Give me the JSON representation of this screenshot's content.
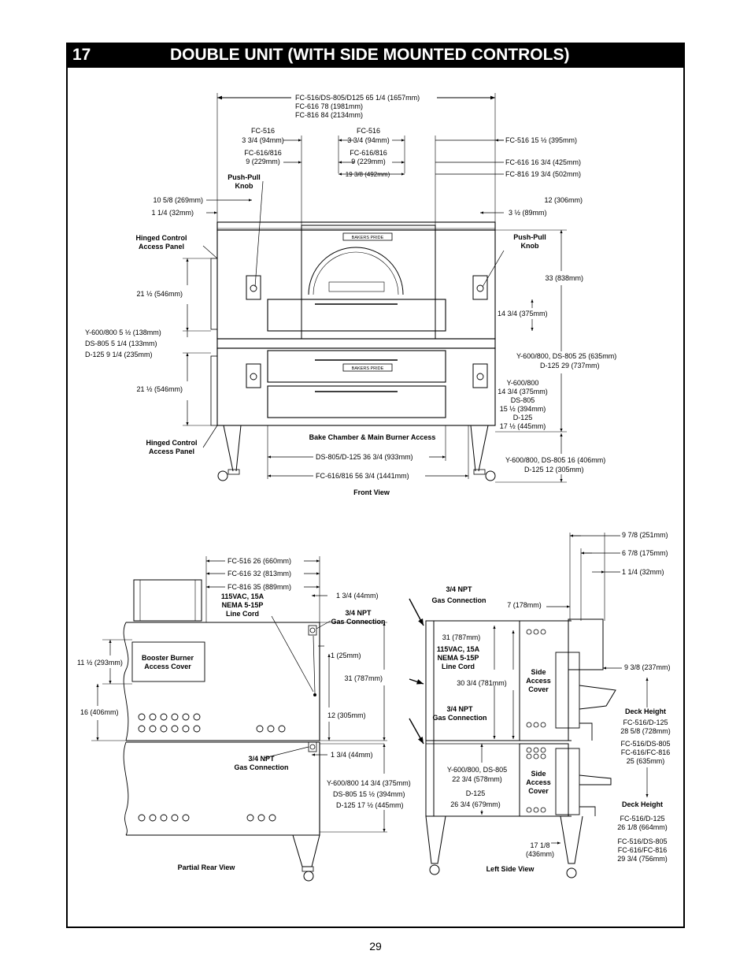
{
  "section": {
    "number": "17",
    "title": "DOUBLE UNIT (WITH SIDE MOUNTED CONTROLS)"
  },
  "page_number": "29",
  "brand_plate": "BAKERS PRIDE",
  "front_view": {
    "caption": "Front View",
    "overall_width": [
      "FC-516/DS-805/D125 65 1/4 (1657mm)",
      "FC-616 78 (1981mm)",
      "FC-816 84 (2134mm)"
    ],
    "left_leg_offset": [
      "FC-516",
      "3 3/4 (94mm)",
      "FC-616/816",
      "9 (229mm)"
    ],
    "center_leg_offset": [
      "FC-516",
      "3 3/4 (94mm)",
      "FC-616/816",
      "9 (229mm)"
    ],
    "center_span": "19 3/8 (492mm)",
    "right_offset": [
      "FC-516 15 ½ (395mm)",
      "FC-616 16 3/4 (425mm)",
      "FC-816 19 3/4 (502mm)"
    ],
    "push_pull_left": [
      "Push-Pull",
      "Knob"
    ],
    "push_pull_right": [
      "Push-Pull",
      "Knob"
    ],
    "left_dims": [
      "10 5/8 (269mm)",
      "1 1/4 (32mm)"
    ],
    "right_dims": [
      "12 (306mm)",
      "3 ½ (89mm)"
    ],
    "hinged_top": [
      "Hinged Control",
      "Access Panel"
    ],
    "hinged_bottom": [
      "Hinged Control",
      "Access Panel"
    ],
    "upper_panel": "21 ½ (546mm)",
    "lower_panel": "21 ½ (546mm)",
    "shelf_gap": [
      "Y-600/800 5 ½ (138mm)",
      "DS-805 5 1/4 (133mm)",
      "D-125 9 1/4 (235mm)"
    ],
    "upper_deck_height": "33 (838mm)",
    "upper_door": "14 3/4 (375mm)",
    "lower_deck_height": [
      "Y-600/800, DS-805 25 (635mm)",
      "D-125 29 (737mm)"
    ],
    "lower_door": [
      "Y-600/800",
      "14 3/4 (375mm)",
      "DS-805",
      "15 ½ (394mm)",
      "D-125",
      "17 ½ (445mm)"
    ],
    "leg_height": [
      "Y-600/800, DS-805 16 (406mm)",
      "D-125 12 (305mm)"
    ],
    "bake_chamber": "Bake Chamber & Main Burner Access",
    "door_width_1": "DS-805/D-125 36 3/4 (933mm)",
    "door_width_2": "FC-616/816 56 3/4 (1441mm)"
  },
  "rear_view": {
    "caption": "Partial Rear View",
    "widths": [
      "FC-516 26 (660mm)",
      "FC-616 32 (813mm)",
      "FC-816 35 (889mm)"
    ],
    "line_cord": [
      "115VAC, 15A",
      "NEMA 5-15P",
      "Line Cord"
    ],
    "gas_top": [
      "3/4 NPT",
      "Gas Connection"
    ],
    "gas_bottom": [
      "3/4 NPT",
      "Gas Connection"
    ],
    "dim_a": "1 3/4 (44mm)",
    "dim_b": "1 (25mm)",
    "dim_c": "31 (787mm)",
    "dim_d": "12 (305mm)",
    "dim_e": "1 3/4 (44mm)",
    "booster": [
      "Booster Burner",
      "Access Cover"
    ],
    "booster_height": "11 ½ (293mm)",
    "side_height": "16 (406mm)",
    "lower_door": [
      "Y-600/800 14 3/4 (375mm)",
      "DS-805 15 ½ (394mm)",
      "D-125 17 ½ (445mm)"
    ]
  },
  "side_view": {
    "caption": "Left Side View",
    "gas_top": [
      "3/4 NPT",
      "Gas Connection"
    ],
    "gas_bottom": [
      "3/4 NPT",
      "Gas Connection"
    ],
    "line_cord": [
      "115VAC, 15A",
      "NEMA 5-15P",
      "Line Cord"
    ],
    "dim_7": "7 (178mm)",
    "dim_31": "31 (787mm)",
    "dim_30": "30 3/4 (781mm)",
    "lower_body": [
      "Y-600/800, DS-805",
      "22 3/4 (578mm)",
      "D-125",
      "26 3/4 (679mm)"
    ],
    "side_access_upper": [
      "Side",
      "Access",
      "Cover"
    ],
    "side_access_lower": [
      "Side",
      "Access",
      "Cover"
    ],
    "top_dims": [
      "9 7/8 (251mm)",
      "6 7/8 (175mm)",
      "1 1/4 (32mm)"
    ],
    "handle_depth": "9 3/8 (237mm)",
    "deck_height_upper": [
      "Deck Height",
      "FC-516/D-125",
      "28 5/8 (728mm)",
      "FC-516/DS-805",
      "FC-616/FC-816",
      "25 (635mm)"
    ],
    "deck_height_lower": [
      "Deck Height",
      "FC-516/D-125",
      "26 1/8 (664mm)",
      "FC-516/DS-805",
      "FC-616/FC-816",
      "29 3/4 (756mm)"
    ],
    "leg_offset": [
      "17 1/8",
      "(436mm)"
    ]
  }
}
